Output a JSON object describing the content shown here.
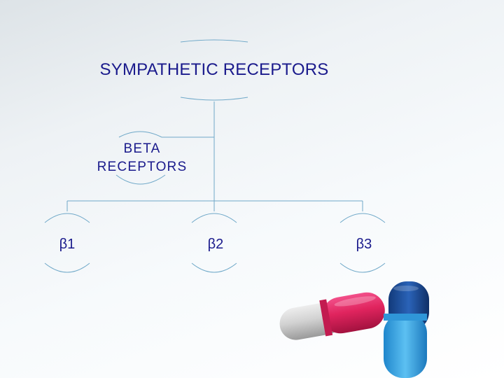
{
  "diagram": {
    "root": {
      "label": "SYMPATHETIC RECEPTORS"
    },
    "branch": {
      "label": "BETA RECEPTORS"
    },
    "leaves": [
      {
        "label": "β1"
      },
      {
        "label": "β2"
      },
      {
        "label": "β3"
      }
    ]
  },
  "colors": {
    "text": "#1a1a8c",
    "connector": "#6fa8c8",
    "pill_red": "#e0245e",
    "pill_grey": "#c9c9c9",
    "pill_dark_blue": "#1d4f9e",
    "pill_light_blue": "#3aa7e6"
  },
  "decoration": {
    "image": "capsule-pills-illustration"
  }
}
